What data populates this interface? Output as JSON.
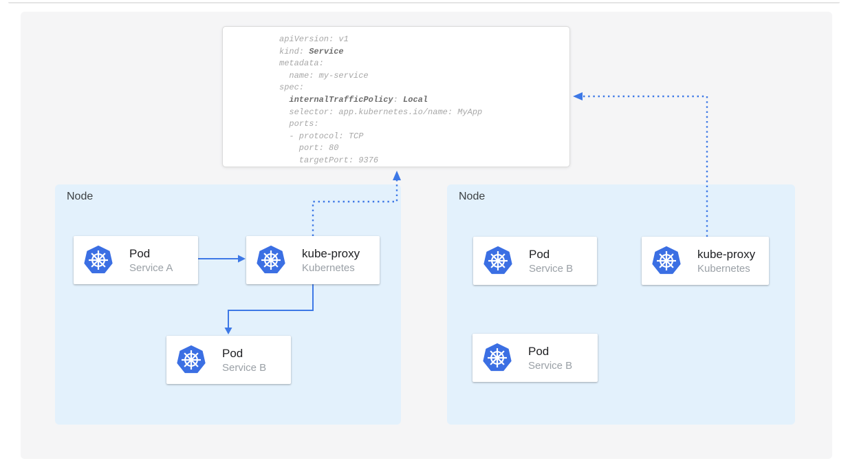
{
  "colors": {
    "accent": "#3d78e6",
    "k8s_blue": "#3b6fe3",
    "node_bg": "#e3f1fc",
    "canvas_bg": "#f5f5f6",
    "yaml_regular": "#a7a7a7",
    "yaml_bold": "#6d6d6d"
  },
  "yaml_card": {
    "lines": [
      [
        {
          "text": "apiVersion: v1",
          "bold": false
        }
      ],
      [
        {
          "text": "kind: ",
          "bold": false
        },
        {
          "text": "Service",
          "bold": true
        }
      ],
      [
        {
          "text": "metadata:",
          "bold": false
        }
      ],
      [
        {
          "text": "  name: my-service",
          "bold": false
        }
      ],
      [
        {
          "text": "spec:",
          "bold": false
        }
      ],
      [
        {
          "text": "  ",
          "bold": false
        },
        {
          "text": "internalTrafficPolicy",
          "bold": true
        },
        {
          "text": ": ",
          "bold": false
        },
        {
          "text": "Local",
          "bold": true
        }
      ],
      [
        {
          "text": "  selector: app.kubernetes.io/name: MyApp",
          "bold": false
        }
      ],
      [
        {
          "text": "  ports:",
          "bold": false
        }
      ],
      [
        {
          "text": "  - protocol: TCP",
          "bold": false
        }
      ],
      [
        {
          "text": "    port: 80",
          "bold": false
        }
      ],
      [
        {
          "text": "    targetPort: 9376",
          "bold": false
        }
      ]
    ]
  },
  "nodes": [
    {
      "label": "Node",
      "cards": [
        {
          "title": "Pod",
          "subtitle": "Service A",
          "icon": "kubernetes-logo"
        },
        {
          "title": "kube-proxy",
          "subtitle": "Kubernetes",
          "icon": "kubernetes-logo"
        },
        {
          "title": "Pod",
          "subtitle": "Service B",
          "icon": "kubernetes-logo"
        }
      ]
    },
    {
      "label": "Node",
      "cards": [
        {
          "title": "Pod",
          "subtitle": "Service B",
          "icon": "kubernetes-logo"
        },
        {
          "title": "kube-proxy",
          "subtitle": "Kubernetes",
          "icon": "kubernetes-logo"
        },
        {
          "title": "Pod",
          "subtitle": "Service B",
          "icon": "kubernetes-logo"
        }
      ]
    }
  ]
}
